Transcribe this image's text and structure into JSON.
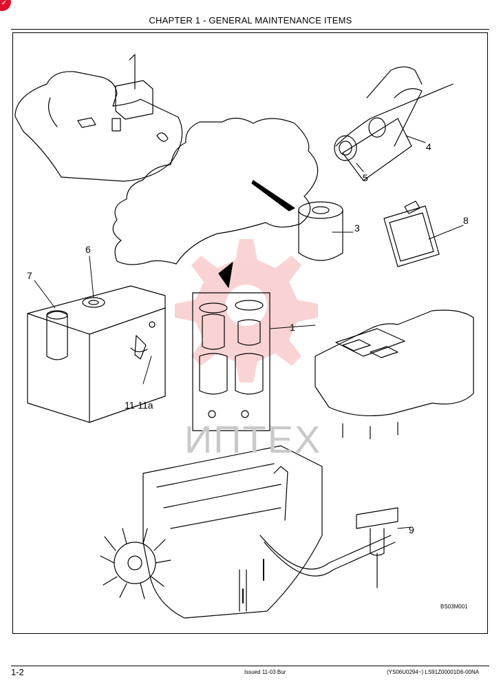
{
  "header": {
    "chapter_title": "CHAPTER 1 - GENERAL MAINTENANCE ITEMS"
  },
  "figure": {
    "code": "BS03M001",
    "callouts": {
      "c1": "1",
      "c3": "3",
      "c4": "4",
      "c5": "5",
      "c6": "6",
      "c7": "7",
      "c8": "8",
      "c9": "9",
      "c11": "11-11a"
    },
    "watermark": "ИПТЕХ",
    "watermark_color": "#e8393b"
  },
  "footer": {
    "page_number": "1-2",
    "issued": "Issued 11-03   Bur",
    "doc_code": "(YS06U0294~)   LS91Z00001D6-00NA"
  }
}
